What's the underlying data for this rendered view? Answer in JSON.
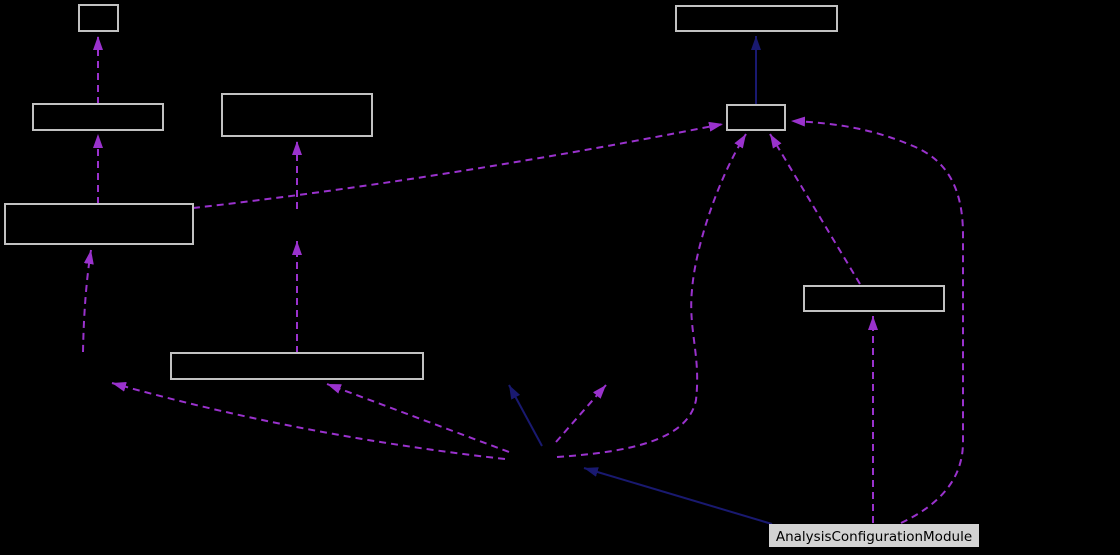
{
  "diagram": {
    "type": "collaboration-graph",
    "highlight_node": {
      "id": "acm",
      "label": "AnalysisConfigurationModule"
    },
    "unlabeled_nodes": [
      {
        "id": "node-a",
        "desc": "small box top-left"
      },
      {
        "id": "node-b",
        "desc": "box upper-left"
      },
      {
        "id": "node-c",
        "desc": "tall box top-center-left"
      },
      {
        "id": "node-d",
        "desc": "tall box mid-left"
      },
      {
        "id": "node-e",
        "desc": "wide box middle"
      },
      {
        "id": "node-f",
        "desc": "wide box top-right"
      },
      {
        "id": "node-g",
        "desc": "small hub box right-center"
      },
      {
        "id": "node-h",
        "desc": "box mid-right"
      }
    ],
    "hidden_nodes": [
      {
        "id": "hidden-center"
      },
      {
        "id": "hidden-left"
      },
      {
        "id": "hidden-mid"
      },
      {
        "id": "hidden-row-left"
      },
      {
        "id": "hidden-row-right"
      }
    ],
    "edges": [
      {
        "id": "e1",
        "style": "usage",
        "from": "node-b",
        "arrow_to": "node-a"
      },
      {
        "id": "e2",
        "style": "usage",
        "from": "node-d",
        "arrow_to": "node-b"
      },
      {
        "id": "e3",
        "style": "usage",
        "from": "hidden-mid",
        "arrow_to": "node-c"
      },
      {
        "id": "e4",
        "style": "usage",
        "from": "node-e",
        "arrow_to": "hidden-mid"
      },
      {
        "id": "e5",
        "style": "usage",
        "from": "node-d",
        "arrow_to": "node-g"
      },
      {
        "id": "e6",
        "style": "usage",
        "from": "hidden-center",
        "arrow_to": "node-g"
      },
      {
        "id": "e7",
        "style": "inheritance",
        "from": "acm",
        "arrow_to": "hidden-center"
      },
      {
        "id": "e8",
        "style": "inheritance",
        "from": "hidden-center",
        "arrow_to": "hidden-row-left"
      },
      {
        "id": "e9",
        "style": "usage",
        "from": "hidden-center",
        "arrow_to": "hidden-row-right"
      },
      {
        "id": "e10",
        "style": "usage",
        "from": "hidden-center",
        "arrow_to": "node-e"
      },
      {
        "id": "e11",
        "style": "usage",
        "from": "hidden-center",
        "arrow_to": "hidden-left"
      },
      {
        "id": "e12",
        "style": "usage",
        "from": "hidden-left",
        "arrow_to": "node-d"
      },
      {
        "id": "e13",
        "style": "usage",
        "from": "acm",
        "arrow_to": "node-h"
      },
      {
        "id": "e14",
        "style": "usage",
        "from": "node-h",
        "arrow_to": "node-g"
      },
      {
        "id": "e15",
        "style": "usage",
        "from": "acm",
        "arrow_to": "node-g"
      },
      {
        "id": "e16",
        "style": "inheritance",
        "from": "node-g",
        "arrow_to": "node-f"
      }
    ]
  },
  "colors": {
    "background": "#000000",
    "node_border": "#c1c1c1",
    "node_fill": "#000000",
    "highlight_node_fill": "#d3d3d3",
    "highlight_node_text": "#000000",
    "inheritance_edge": "#191970",
    "usage_edge": "#9a32cd"
  }
}
